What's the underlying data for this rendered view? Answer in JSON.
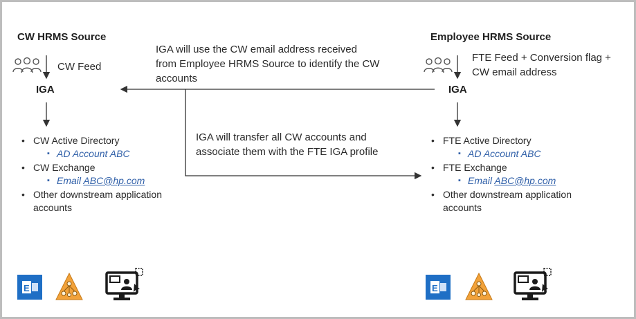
{
  "left": {
    "title": "CW HRMS Source",
    "feed": "CW Feed",
    "iga": "IGA",
    "items": [
      {
        "label": "CW Active Directory",
        "sub_prefix": "AD Account ABC",
        "sub_link": ""
      },
      {
        "label": "CW Exchange",
        "sub_prefix": "Email ",
        "sub_link": "ABC@hp.com"
      },
      {
        "label": "Other downstream application",
        "sub_prefix": "",
        "sub_link": ""
      }
    ],
    "items_cont": "accounts"
  },
  "right": {
    "title": "Employee HRMS Source",
    "feed_line1": "FTE Feed + Conversion flag +",
    "feed_line2": "CW email address",
    "iga": "IGA",
    "items": [
      {
        "label": "FTE Active Directory",
        "sub_prefix": "AD Account ABC",
        "sub_link": ""
      },
      {
        "label": "FTE Exchange",
        "sub_prefix": "Email ",
        "sub_link": "ABC@hp.com"
      },
      {
        "label": "Other downstream application",
        "sub_prefix": "",
        "sub_link": ""
      }
    ],
    "items_cont": "accounts"
  },
  "middle": {
    "note1_line1": "IGA will use the CW email address received",
    "note1_line2": "from Employee HRMS Source to identify the CW",
    "note1_line3": "accounts",
    "note2_line1": "IGA will transfer all CW accounts and",
    "note2_line2": "associate them with the FTE IGA profile"
  },
  "icons": {
    "people": "users-icon",
    "exchange": "exchange-icon",
    "directory": "active-directory-icon",
    "monitor": "user-account-monitor-icon"
  },
  "colors": {
    "exchange_blue": "#1f6fc5",
    "directory_orange": "#f2a23a",
    "link_blue": "#2f5fa8"
  }
}
